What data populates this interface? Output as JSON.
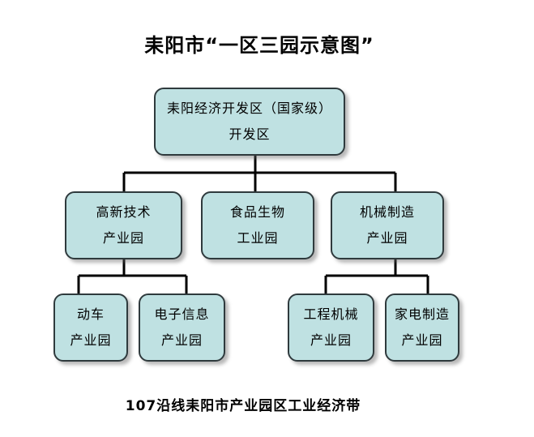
{
  "diagram": {
    "title": "耒阳市“一区三园示意图”",
    "footer": "107沿线耒阳市产业园区工业经济带",
    "root": {
      "line1": "耒阳经济开发区（国家级）",
      "line2": "开发区"
    },
    "level2": [
      {
        "line1": "高新技术",
        "line2": "产业园"
      },
      {
        "line1": "食品生物",
        "line2": "工业园"
      },
      {
        "line1": "机械制造",
        "line2": "产业园"
      }
    ],
    "level3_left": [
      {
        "line1": "动车",
        "line2": "产业园"
      },
      {
        "line1": "电子信息",
        "line2": "产业园"
      }
    ],
    "level3_right": [
      {
        "line1": "工程机械",
        "line2": "产业园"
      },
      {
        "line1": "家电制造",
        "line2": "产业园"
      }
    ],
    "colors": {
      "node_fill": "#bfe1e2",
      "node_border": "#2f3a3d",
      "connector": "#000000"
    }
  }
}
